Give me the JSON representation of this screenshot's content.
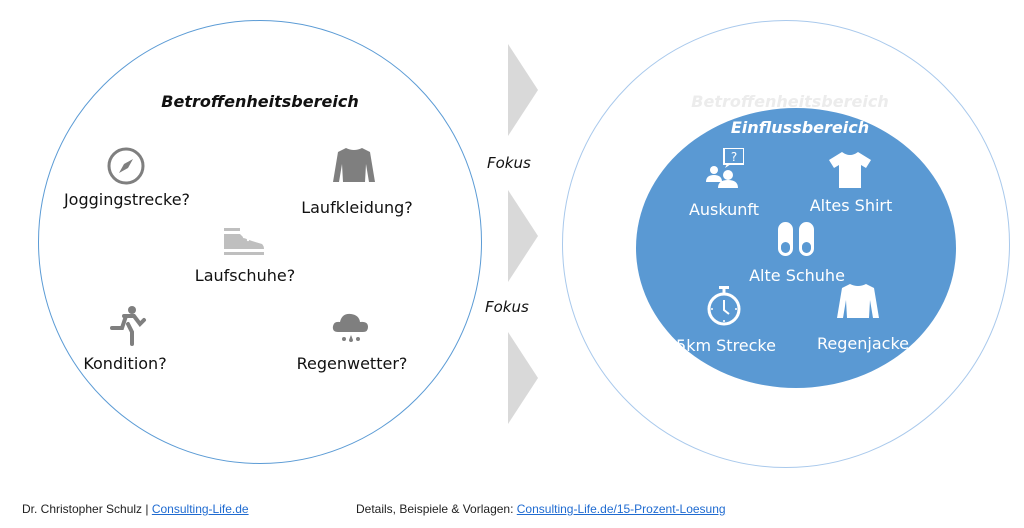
{
  "left_circle": {
    "title": "Betroffenheitsbereich",
    "items": [
      {
        "icon": "compass-icon",
        "label": "Joggingstrecke?"
      },
      {
        "icon": "sweater-icon",
        "label": "Laufkleidung?"
      },
      {
        "icon": "sneaker-icon",
        "label": "Laufschuhe?"
      },
      {
        "icon": "runner-icon",
        "label": "Kondition?"
      },
      {
        "icon": "rain-cloud-icon",
        "label": "Regenwetter?"
      }
    ]
  },
  "arrows": {
    "labels": [
      "Fokus",
      "Fokus"
    ]
  },
  "right_circle": {
    "outer_title": "Betroffenheitsbereich",
    "inner_title": "Einflussbereich",
    "items": [
      {
        "icon": "people-question-icon",
        "label": "Auskunft"
      },
      {
        "icon": "tshirt-icon",
        "label": "Altes Shirt"
      },
      {
        "icon": "slippers-icon",
        "label": "Alte Schuhe"
      },
      {
        "icon": "stopwatch-icon",
        "label": "5km Strecke"
      },
      {
        "icon": "jacket-icon",
        "label": "Regenjacke"
      }
    ]
  },
  "footer": {
    "author": "Dr. Christopher Schulz | ",
    "author_link": "Consulting-Life.de",
    "details_label": "Details, Beispiele & Vorlagen: ",
    "details_link": "Consulting-Life.de/15-Prozent-Loesung"
  },
  "colors": {
    "inner_fill": "#5a99d3",
    "outer_border": "#5b9bd5",
    "icon_gray": "#7f7f7f",
    "arrow_gray": "#d9d9d9",
    "link": "#1f6bd1"
  }
}
